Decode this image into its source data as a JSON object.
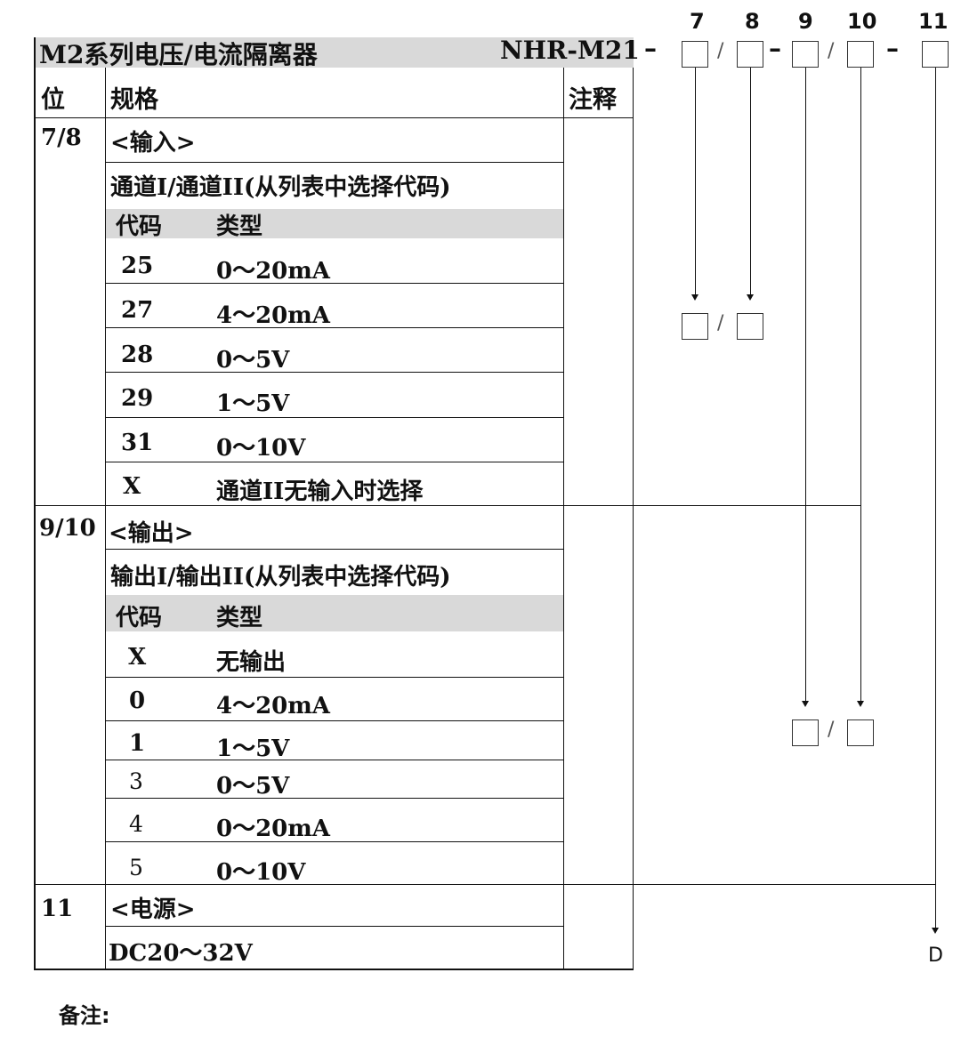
{
  "title": "M2系列电压/电流隔离器",
  "model": "NHR-M21",
  "code_positions": [
    "7",
    "8",
    "9",
    "10",
    "11"
  ],
  "headers": {
    "pos": "位",
    "spec": "规格",
    "note": "注释"
  },
  "input_group": {
    "pos": "7/8",
    "title": "<输入>",
    "subtitle": "通道I/通道II(从列表中选择代码)",
    "col_code": "代码",
    "col_type": "类型",
    "rows": [
      {
        "code": "25",
        "type": "0～20mA"
      },
      {
        "code": "27",
        "type": "4～20mA"
      },
      {
        "code": "28",
        "type": "0～5V"
      },
      {
        "code": "29",
        "type": "1～5V"
      },
      {
        "code": "31",
        "type": "0～10V"
      },
      {
        "code": "X",
        "type": "通道II无输入时选择"
      }
    ]
  },
  "output_group": {
    "pos": "9/10",
    "title": "<输出>",
    "subtitle": "输出I/输出II(从列表中选择代码)",
    "col_code": "代码",
    "col_type": "类型",
    "rows": [
      {
        "code": "X",
        "type": "无输出"
      },
      {
        "code": "0",
        "type": "4～20mA"
      },
      {
        "code": "1",
        "type": "1～5V"
      },
      {
        "code": "3",
        "type": "0～5V"
      },
      {
        "code": "4",
        "type": "0～20mA"
      },
      {
        "code": "5",
        "type": "0～10V"
      }
    ]
  },
  "power_group": {
    "pos": "11",
    "title": "<电源>",
    "value": "DC20～32V"
  },
  "code_value_11": "D",
  "separators": {
    "dash": "–",
    "slash": "/"
  },
  "remark_label": "备注:",
  "colors": {
    "header_shade": "#d9d9d9",
    "line": "#111111"
  }
}
